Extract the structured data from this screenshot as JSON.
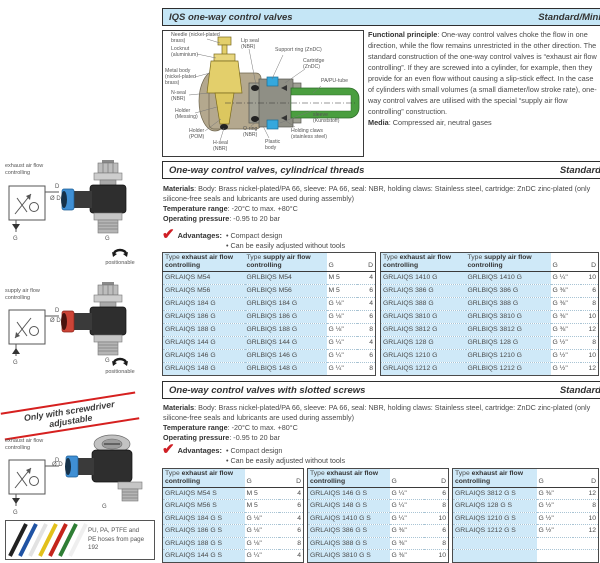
{
  "header1": {
    "title": "IQS one-way control valves",
    "badge": "Standard/Mini"
  },
  "diagram": {
    "labels": [
      "Needle (nickel-plated brass)",
      "Locknut (aluminium)",
      "Metal body (nickel-plated brass)",
      "N-seal (NBR)",
      "Holder (Messing)",
      "Holder (POM)",
      "H-seal (NBR)",
      "Lip seal (NBR)",
      "Support ring (ZnDC)",
      "Cartridge (ZnDC)",
      "PA/PU-tube",
      "sleeve (Kunststoff)",
      "Holding claws (stainless steel)",
      "O-ring (NBR)",
      "Plastic body"
    ]
  },
  "functional": {
    "lead": "Functional principle",
    "text": ": One-way control valves choke the flow in one direction, while the flow remains unrestricted in the other direction. The standard construction of the one-way control valves is “exhaust air flow controlling”. If they are screwed into a cylinder, for example, then they provide for an even flow without causing a slip-stick effect. In the case of cylinders with small volumes (a small diameter/low stroke rate), one-way control valves are utilised with the special “supply air flow controlling” construction.",
    "media_lead": "Media",
    "media_text": ": Compressed air, neutral gases"
  },
  "sidebar": {
    "exhaust_label": "exhaust air flow controlling",
    "supply_label": "supply air flow controlling",
    "positionable": "positionable",
    "dia_label": "Ø D",
    "g_label": "G",
    "d_label": "D",
    "stamp": "Only with screwdriver adjustable",
    "hoses_text": "PU, PA, PTFE and PE hoses from page 192"
  },
  "labels": {
    "type_prefix": "Type ",
    "exhaust_bold": "exhaust air flow controlling",
    "supply_bold": "supply air flow controlling",
    "g": "G",
    "d": "D"
  },
  "section2": {
    "title": "One-way control valves, cylindrical threads",
    "badge": "Standard",
    "materials_lead": "Materials",
    "materials_text": ": Body: Brass nickel-plated/PA 66, sleeve: PA 66, seal: NBR, holding claws: Stainless steel, cartridge: ZnDC zinc-plated (only silicone-free seals and lubricants are used during assembly)",
    "temp_lead": "Temperature range",
    "temp_text": ": -20°C to max. +80°C",
    "pressure_lead": "Operating pressure",
    "pressure_text": ": -0.95 to 20 bar",
    "advantages_lead": "Advantages:",
    "advantages": [
      "• Compact design",
      "• Can be easily adjusted without tools"
    ],
    "table_left": {
      "rows": [
        [
          "GRLAIQS M54",
          "GRLBIQS M54",
          "M 5",
          "4"
        ],
        [
          "GRLAIQS M56",
          "GRLBIQS M56",
          "M 5",
          "6"
        ],
        [
          "GRLAIQS 184 G",
          "GRLBIQS 184 G",
          "G ⅛\"",
          "4"
        ],
        [
          "GRLAIQS 186 G",
          "GRLBIQS 186 G",
          "G ⅛\"",
          "6"
        ],
        [
          "GRLAIQS 188 G",
          "GRLBIQS 188 G",
          "G ⅛\"",
          "8"
        ],
        [
          "GRLAIQS 144 G",
          "GRLBIQS 144 G",
          "G ¼\"",
          "4"
        ],
        [
          "GRLAIQS 146 G",
          "GRLBIQS 146 G",
          "G ¼\"",
          "6"
        ],
        [
          "GRLAIQS 148 G",
          "GRLBIQS 148 G",
          "G ¼\"",
          "8"
        ]
      ]
    },
    "table_right": {
      "rows": [
        [
          "GRLAIQS 1410 G",
          "GRLBIQS 1410 G",
          "G ¼\"",
          "10"
        ],
        [
          "GRLAIQS 386 G",
          "GRLBIQS 386 G",
          "G ⅜\"",
          "6"
        ],
        [
          "GRLAIQS 388 G",
          "GRLBIQS 388 G",
          "G ⅜\"",
          "8"
        ],
        [
          "GRLAIQS 3810 G",
          "GRLBIQS 3810 G",
          "G ⅜\"",
          "10"
        ],
        [
          "GRLAIQS 3812 G",
          "GRLBIQS 3812 G",
          "G ⅜\"",
          "12"
        ],
        [
          "GRLAIQS 128 G",
          "GRLBIQS 128 G",
          "G ½\"",
          "8"
        ],
        [
          "GRLAIQS 1210 G",
          "GRLBIQS 1210 G",
          "G ½\"",
          "10"
        ],
        [
          "GRLAIQS 1212 G",
          "GRLBIQS 1212 G",
          "G ½\"",
          "12"
        ]
      ]
    }
  },
  "section3": {
    "title": "One-way control valves with slotted screws",
    "badge": "Standard",
    "materials_lead": "Materials",
    "materials_text": ": Body: Brass nickel-plated/PA 66, sleeve: PA 66, seal: NBR, holding claws: Stainless steel, cartridge: ZnDC zinc-plated (only silicone-free seals and lubricants are used during assembly)",
    "temp_lead": "Temperature range",
    "temp_text": ": -20°C to max. +80°C",
    "pressure_lead": "Operating pressure",
    "pressure_text": ": -0.95 to 20 bar",
    "advantages_lead": "Advantages:",
    "advantages": [
      "• Compact design",
      "• Can be easily adjusted without tools"
    ],
    "table1": {
      "rows": [
        [
          "GRLAIQS M54 S",
          "M 5",
          "4"
        ],
        [
          "GRLAIQS M56 S",
          "M 5",
          "6"
        ],
        [
          "GRLAIQS 184 G S",
          "G ⅛\"",
          "4"
        ],
        [
          "GRLAIQS 186 G S",
          "G ⅛\"",
          "6"
        ],
        [
          "GRLAIQS 188 G S",
          "G ⅛\"",
          "8"
        ],
        [
          "GRLAIQS 144 G S",
          "G ¼\"",
          "4"
        ]
      ]
    },
    "table2": {
      "rows": [
        [
          "GRLAIQS 146 G S",
          "G ¼\"",
          "6"
        ],
        [
          "GRLAIQS 148 G S",
          "G ¼\"",
          "8"
        ],
        [
          "GRLAIQS 1410 G S",
          "G ¼\"",
          "10"
        ],
        [
          "GRLAIQS 386 G S",
          "G ⅜\"",
          "6"
        ],
        [
          "GRLAIQS 388 G S",
          "G ⅜\"",
          "8"
        ],
        [
          "GRLAIQS 3810 G S",
          "G ⅜\"",
          "10"
        ]
      ]
    },
    "table3": {
      "rows": [
        [
          "GRLAIQS 3812 G S",
          "G ⅜\"",
          "12"
        ],
        [
          "GRLAIQS 128 G S",
          "G ½\"",
          "8"
        ],
        [
          "GRLAIQS 1210 G S",
          "G ½\"",
          "10"
        ],
        [
          "GRLAIQS 1212 G S",
          "G ½\"",
          "12"
        ],
        [
          "",
          "",
          ""
        ],
        [
          "",
          "",
          ""
        ]
      ]
    }
  },
  "colors": {
    "header_blue": "#c5e6f6",
    "table_blue": "#cfe9f8",
    "check_red": "#cf1f25",
    "stamp_red": "#d6201f"
  }
}
